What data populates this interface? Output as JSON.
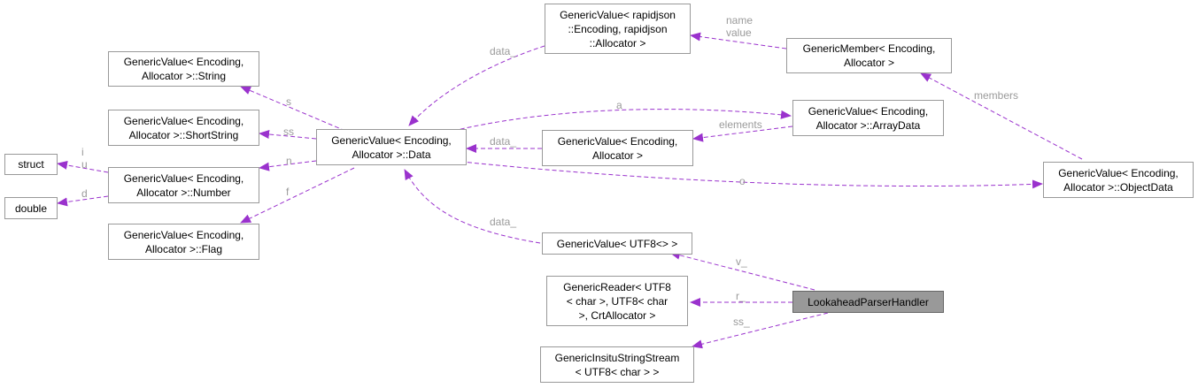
{
  "nodes": {
    "gv_rapid": {
      "lines": [
        "GenericValue< rapidjson",
        "::Encoding, rapidjson",
        "::Allocator >"
      ]
    },
    "gmember": {
      "lines": [
        "GenericMember< Encoding,",
        "Allocator >"
      ]
    },
    "gv_string": {
      "lines": [
        "GenericValue< Encoding,",
        "Allocator >::String"
      ]
    },
    "gv_short": {
      "lines": [
        "GenericValue< Encoding,",
        "Allocator >::ShortString"
      ]
    },
    "gv_data": {
      "lines": [
        "GenericValue< Encoding,",
        "Allocator >::Data"
      ]
    },
    "gv_arraydata": {
      "lines": [
        "GenericValue< Encoding,",
        "Allocator >::ArrayData"
      ]
    },
    "gv_value": {
      "lines": [
        "GenericValue< Encoding,",
        "Allocator >"
      ]
    },
    "struct": {
      "lines": [
        "struct"
      ]
    },
    "gv_number": {
      "lines": [
        "GenericValue< Encoding,",
        "Allocator >::Number"
      ]
    },
    "double": {
      "lines": [
        "double"
      ]
    },
    "gv_objectdata": {
      "lines": [
        "GenericValue< Encoding,",
        "Allocator >::ObjectData"
      ]
    },
    "gv_flag": {
      "lines": [
        "GenericValue< Encoding,",
        "Allocator >::Flag"
      ]
    },
    "gv_utf8": {
      "lines": [
        "GenericValue< UTF8<> >"
      ]
    },
    "greader": {
      "lines": [
        "GenericReader< UTF8",
        "< char >, UTF8< char",
        ">, CrtAllocator >"
      ]
    },
    "lookahead": {
      "lines": [
        "LookaheadParserHandler"
      ]
    },
    "ginsitu": {
      "lines": [
        "GenericInsituStringStream",
        "< UTF8< char > >"
      ]
    }
  },
  "edges": [
    {
      "id": "data_rapid",
      "label": "data_"
    },
    {
      "id": "name_value",
      "label": "name\nvalue"
    },
    {
      "id": "s",
      "label": "s"
    },
    {
      "id": "ss",
      "label": "ss"
    },
    {
      "id": "n",
      "label": "n"
    },
    {
      "id": "f",
      "label": "f"
    },
    {
      "id": "a",
      "label": "a"
    },
    {
      "id": "data_value",
      "label": "data_"
    },
    {
      "id": "elements",
      "label": "elements"
    },
    {
      "id": "members",
      "label": "members"
    },
    {
      "id": "o",
      "label": "o"
    },
    {
      "id": "i_u",
      "label": "i\nu"
    },
    {
      "id": "d",
      "label": "d"
    },
    {
      "id": "data_utf8",
      "label": "data_"
    },
    {
      "id": "v_",
      "label": "v_"
    },
    {
      "id": "r_",
      "label": "r_"
    },
    {
      "id": "ss_",
      "label": "ss_"
    }
  ],
  "colors": {
    "edge": "#9a32cd",
    "edge_label": "#9a9a9a",
    "node_border": "#999999",
    "main_fill": "#999999"
  }
}
